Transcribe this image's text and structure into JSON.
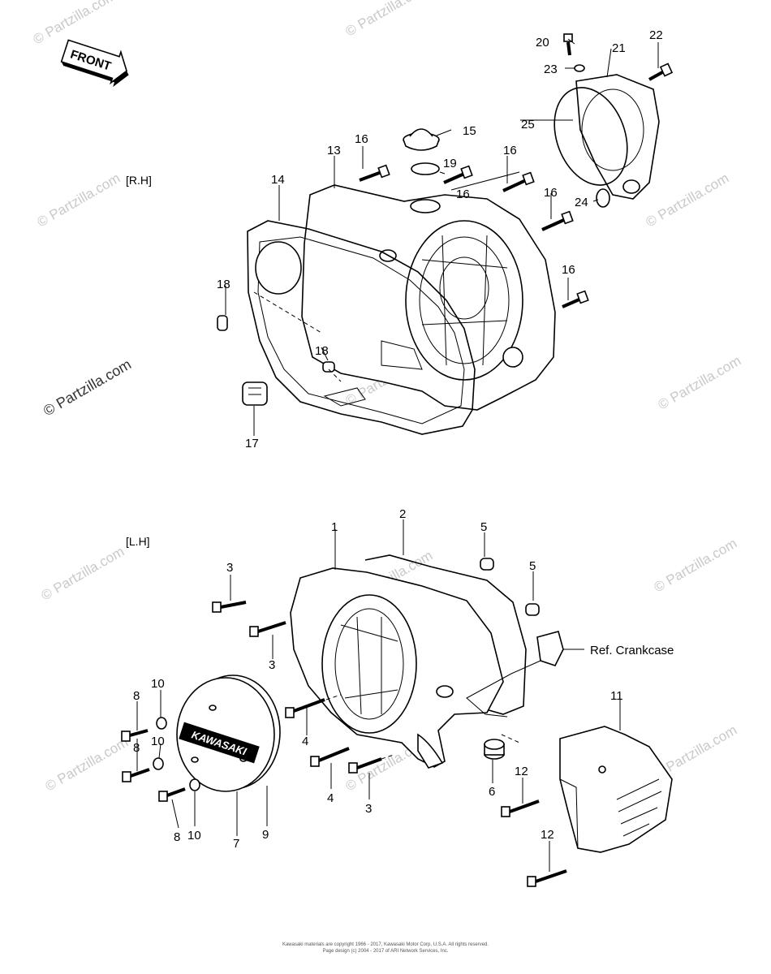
{
  "badge": {
    "front": "FRONT"
  },
  "sections": {
    "rh": "[R.H]",
    "lh": "[L.H]"
  },
  "ref_label": "Ref. Crankcase",
  "callouts": {
    "c1": "1",
    "c2": "2",
    "c3a": "3",
    "c3b": "3",
    "c3c": "3",
    "c4a": "4",
    "c4b": "4",
    "c5a": "5",
    "c5b": "5",
    "c6": "6",
    "c7": "7",
    "c8a": "8",
    "c8b": "8",
    "c8c": "8",
    "c9": "9",
    "c10a": "10",
    "c10b": "10",
    "c10c": "10",
    "c11": "11",
    "c12a": "12",
    "c12b": "12",
    "c13": "13",
    "c14": "14",
    "c15": "15",
    "c16a": "16",
    "c16b": "16",
    "c16c": "16",
    "c16d": "16",
    "c16e": "16",
    "c17": "17",
    "c18a": "18",
    "c18b": "18",
    "c19": "19",
    "c20": "20",
    "c21": "21",
    "c22": "22",
    "c23": "23",
    "c24": "24",
    "c25": "25"
  },
  "watermark": "© Partzilla.com",
  "cover_logo": "KAWASAKI",
  "footer": {
    "line1": "Kawasaki materials are copyright 1966 - 2017, Kawasaki Motor Corp, U.S.A. All rights reserved.",
    "line2": "Page design (c) 2004 - 2017 of ARI Network Services, Inc."
  }
}
